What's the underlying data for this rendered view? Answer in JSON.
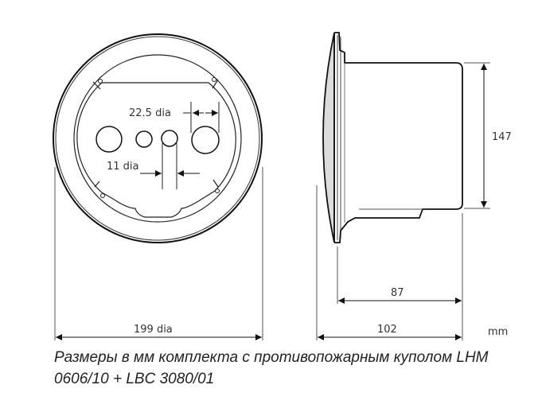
{
  "front_view": {
    "outer_diameter_label": "199 dia",
    "large_hole_label": "22.5 dia",
    "small_hole_label": "11 dia"
  },
  "side_view": {
    "height_label": "147",
    "depth_body_label": "87",
    "depth_total_label": "102"
  },
  "units_label": "mm",
  "caption": {
    "line1": "Размеры в мм комплекта с противопожарным куполом LHM",
    "line2": "0606/10 + LBC 3080/01"
  }
}
